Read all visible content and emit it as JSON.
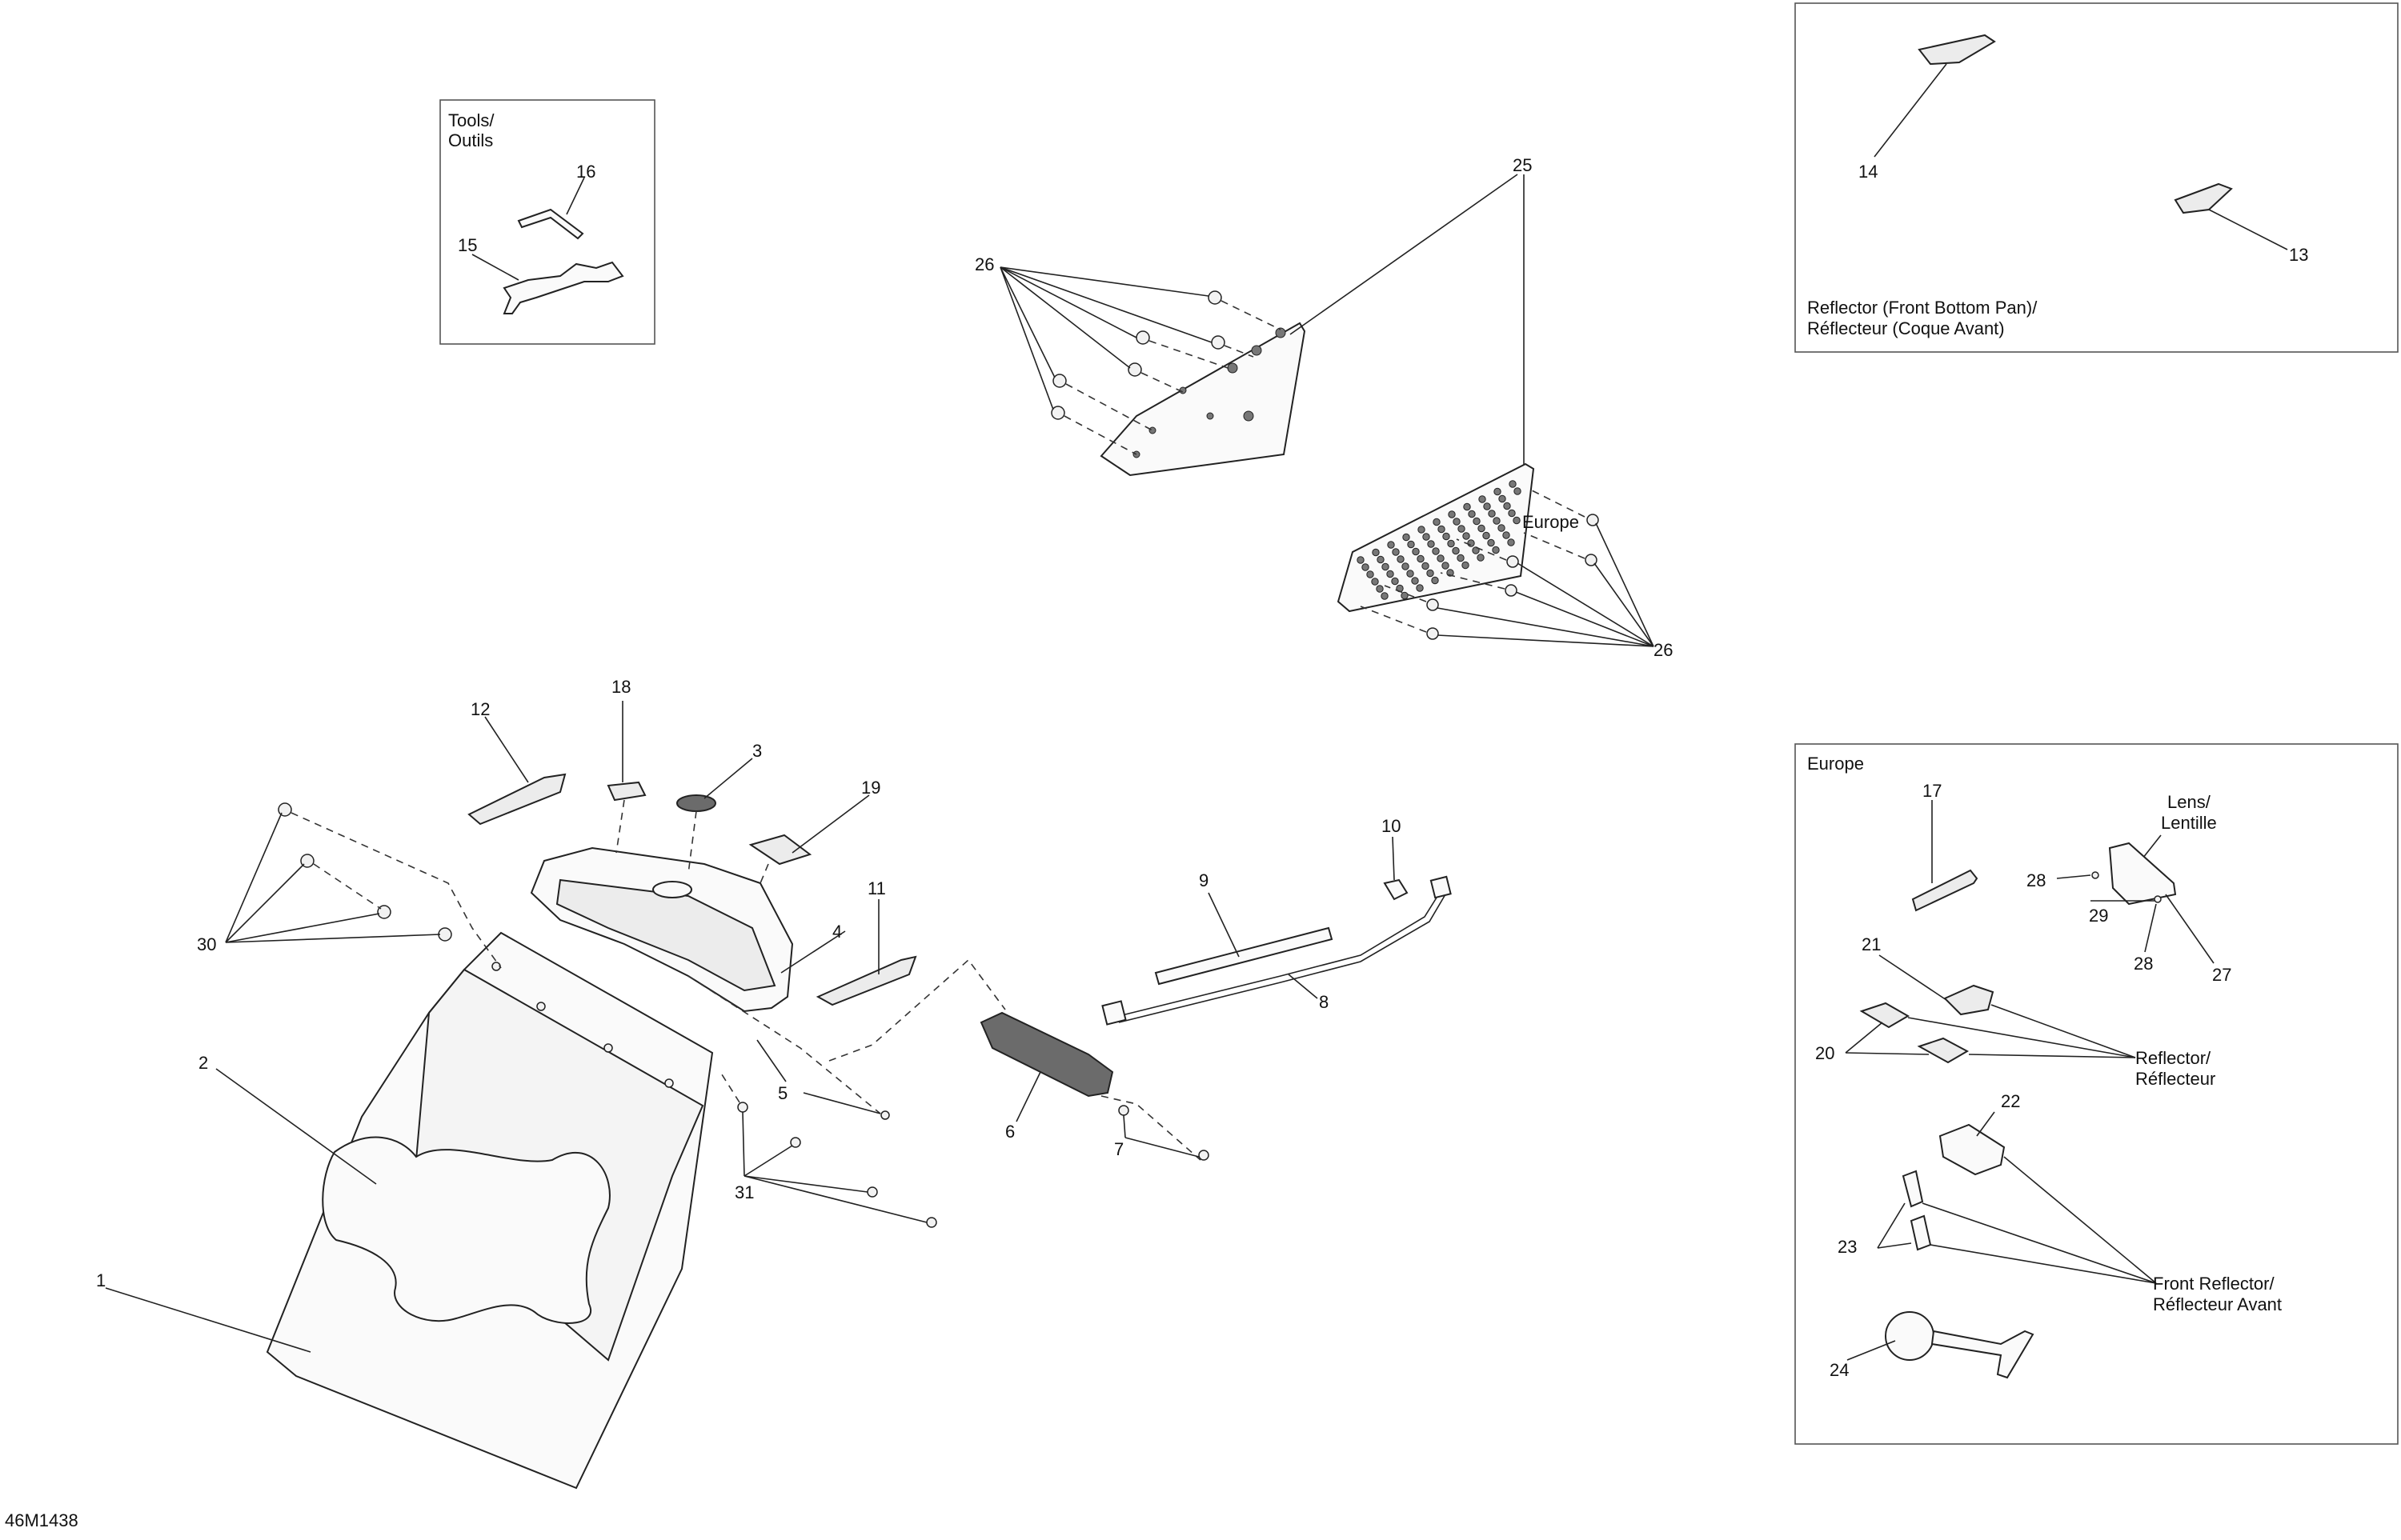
{
  "diagram_code": "46M1438",
  "boxes": {
    "tools_title_line1": "Tools/",
    "tools_title_line2": "Outils",
    "reflector_box_line1": "Reflector (Front Bottom Pan)/",
    "reflector_box_line2": "Réflecteur (Coque Avant)",
    "europe_box_title": "Europe"
  },
  "callouts": {
    "lens_line1": "Lens/",
    "lens_line2": "Lentille",
    "reflector_line1": "Reflector/",
    "reflector_line2": "Réflecteur",
    "front_reflector_line1": "Front Reflector/",
    "front_reflector_line2": "Réflecteur Avant",
    "plate_europe": "Europe"
  },
  "part_numbers": {
    "p1": "1",
    "p2": "2",
    "p3": "3",
    "p4": "4",
    "p5": "5",
    "p6": "6",
    "p7": "7",
    "p8": "8",
    "p9": "9",
    "p10": "10",
    "p11": "11",
    "p12": "12",
    "p13": "13",
    "p14": "14",
    "p15": "15",
    "p16": "16",
    "p17": "17",
    "p18": "18",
    "p19": "19",
    "p20": "20",
    "p21": "21",
    "p22": "22",
    "p23": "23",
    "p24": "24",
    "p25": "25",
    "p26a": "26",
    "p26b": "26",
    "p27": "27",
    "p28a": "28",
    "p28b": "28",
    "p29": "29",
    "p30": "30",
    "p31": "31"
  }
}
